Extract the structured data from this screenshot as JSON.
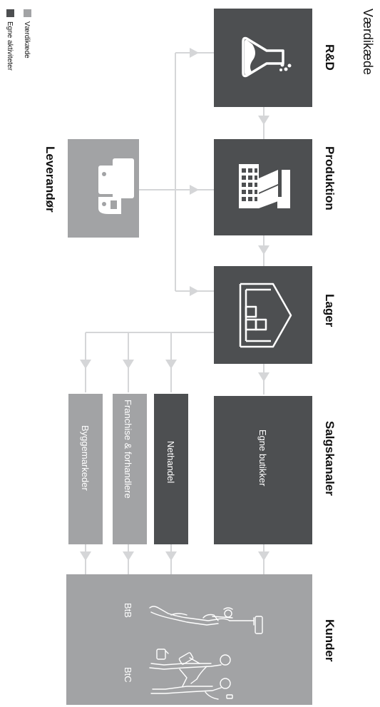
{
  "header": {
    "title": "Værdikæde"
  },
  "legend": [
    {
      "label": "Værdikæde",
      "color": "#a2a3a5"
    },
    {
      "label": "Egne aktiviteter",
      "color": "#4d4f51"
    }
  ],
  "nodes": {
    "rd": {
      "label": "R&D",
      "icon": "flask-icon"
    },
    "produktion": {
      "label": "Produktion",
      "icon": "factory-icon"
    },
    "lager": {
      "label": "Lager",
      "icon": "warehouse-icon"
    },
    "leverandor": {
      "label": "Leverandør",
      "icon": "truck-icon"
    },
    "salgskanaler": {
      "label": "Salgskanaler"
    },
    "kunder": {
      "label": "Kunder"
    }
  },
  "channels": {
    "egne_butikker": "Egne butikker",
    "nethandel": "Nethandel",
    "franchise": "Franchise & forhandlere",
    "byggemarkeder": "Byggemarkeder"
  },
  "customers": {
    "btb": "BtB",
    "btc": "BtC"
  },
  "colors": {
    "own": "#4d4f51",
    "chain": "#a2a3a5",
    "line": "#d5d6d8"
  }
}
